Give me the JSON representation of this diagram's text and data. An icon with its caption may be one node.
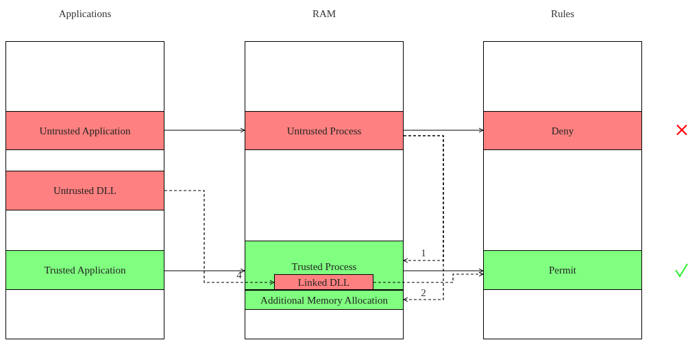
{
  "diagram": {
    "nodes": [
      {
        "text": [
          "Applications"
        ]
      },
      {
        "text": [
          "Untrusted Application"
        ],
        "in": 0
      },
      {
        "text": [
          "Untrusted DLL"
        ],
        "in": 0
      },
      {
        "text": [
          "Trusted Application"
        ],
        "in": 0
      },
      {
        "text": [
          "RAM"
        ]
      },
      {
        "text": [
          "Untrusted Process"
        ],
        "in": 4
      },
      {
        "text": [
          "Trusted Process"
        ],
        "in": 4
      },
      {
        "text": [
          "Linked DLL"
        ],
        "in": 6
      },
      {
        "text": [
          "Additional Memory Allocation"
        ],
        "in": 4
      },
      {
        "text": [
          "Rules"
        ]
      },
      {
        "text": [
          "Deny"
        ],
        "in": 9
      },
      {
        "text": [
          "Permit"
        ],
        "in": 9
      }
    ],
    "edges": [
      {
        "from": 1,
        "to": 5,
        "arrow": "to"
      },
      {
        "from": 5,
        "to": 10,
        "arrow": "to"
      },
      {
        "from": 2,
        "to": 7,
        "arrow": "to",
        "style": "dashed",
        "label": "4"
      },
      {
        "from": 3,
        "to": 6,
        "arrow": "to"
      },
      {
        "from": 5,
        "to": 6,
        "arrow": "to",
        "style": "dashed",
        "label": "1"
      },
      {
        "from": 5,
        "to": 8,
        "arrow": "to",
        "style": "dashed",
        "label": "2"
      },
      {
        "from": 6,
        "to": 11,
        "arrow": "to"
      },
      {
        "from": 7,
        "to": 11,
        "arrow": "to",
        "style": "dashed"
      }
    ]
  }
}
